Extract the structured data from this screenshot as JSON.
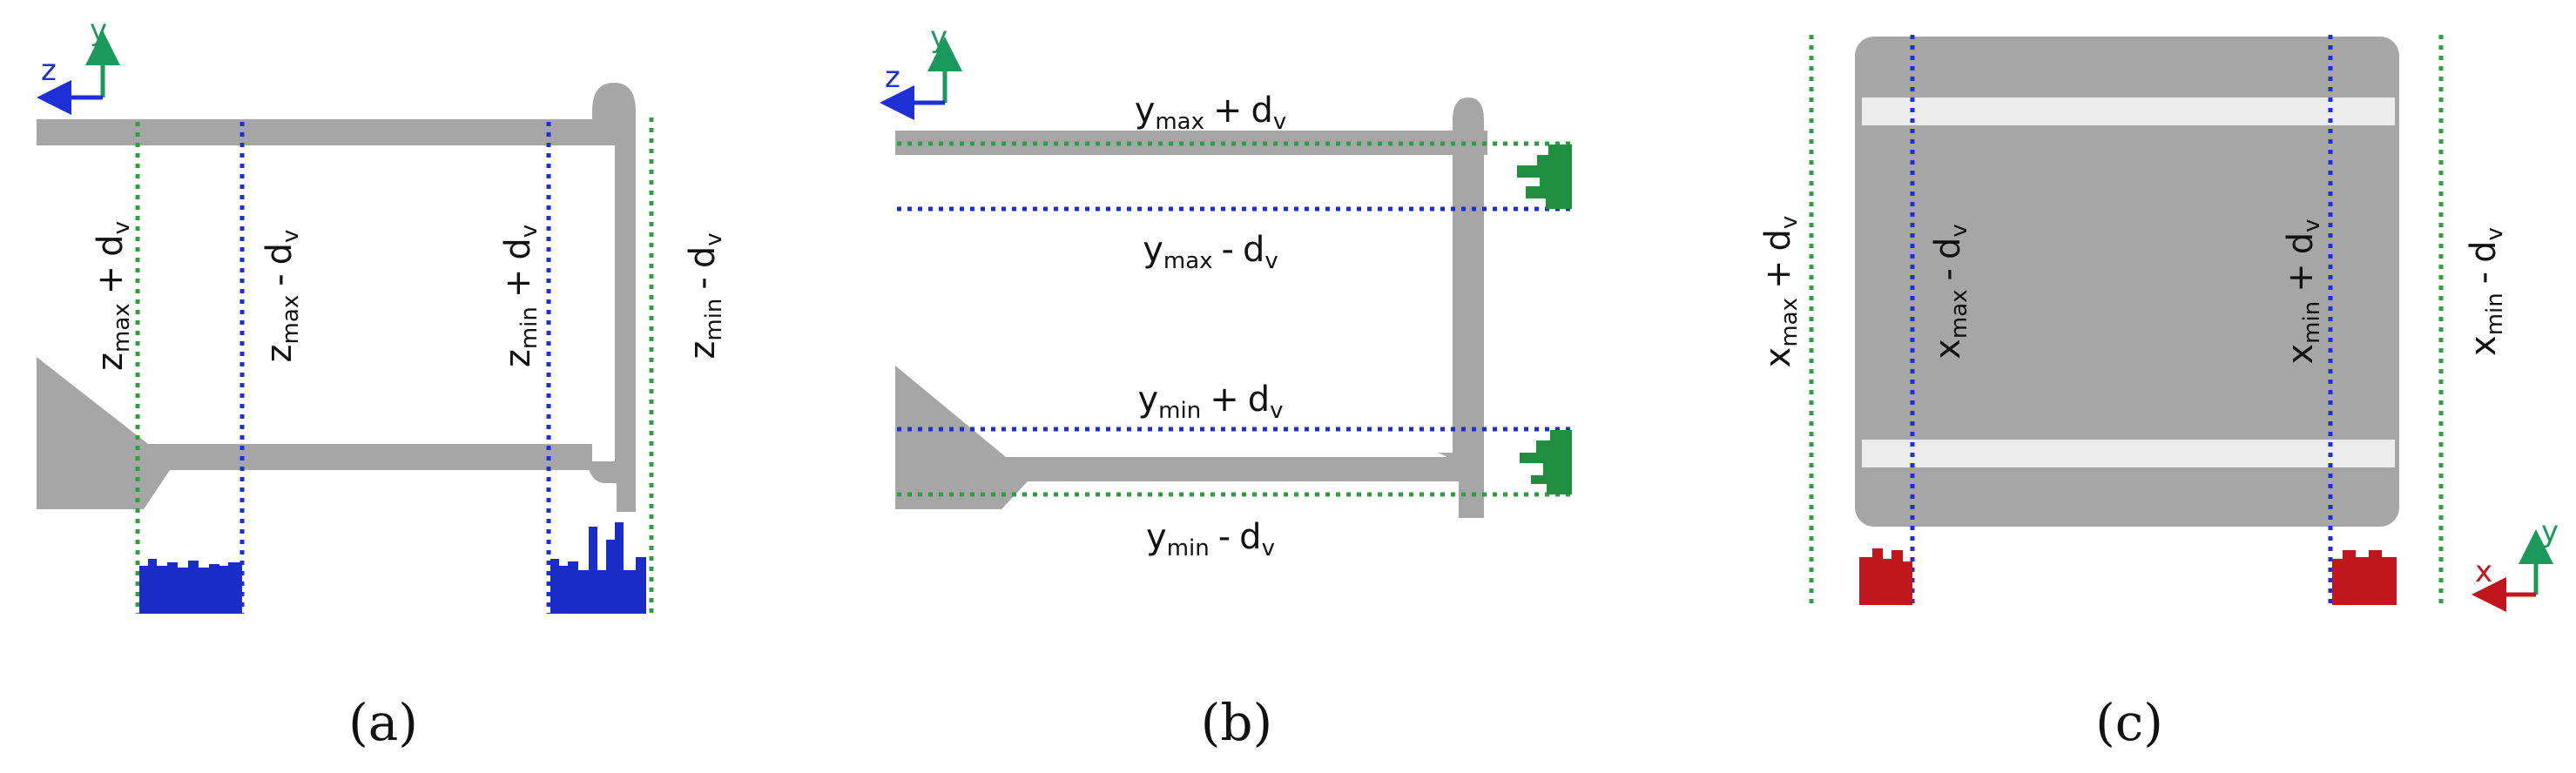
{
  "panels": [
    {
      "id": "a",
      "caption": "(a)",
      "axes": {
        "horizontal": "z",
        "vertical": "y"
      },
      "labels": [
        {
          "base": "z",
          "sub": "max",
          "op": "+",
          "d": "d",
          "dsub": "v"
        },
        {
          "base": "z",
          "sub": "max",
          "op": "-",
          "d": "d",
          "dsub": "v"
        },
        {
          "base": "z",
          "sub": "min",
          "op": "+",
          "d": "d",
          "dsub": "v"
        },
        {
          "base": "z",
          "sub": "min",
          "op": "-",
          "d": "d",
          "dsub": "v"
        }
      ]
    },
    {
      "id": "b",
      "caption": "(b)",
      "axes": {
        "horizontal": "z",
        "vertical": "y"
      },
      "labels": [
        {
          "base": "y",
          "sub": "max",
          "op": "+",
          "d": "d",
          "dsub": "v"
        },
        {
          "base": "y",
          "sub": "max",
          "op": "-",
          "d": "d",
          "dsub": "v"
        },
        {
          "base": "y",
          "sub": "min",
          "op": "+",
          "d": "d",
          "dsub": "v"
        },
        {
          "base": "y",
          "sub": "min",
          "op": "-",
          "d": "d",
          "dsub": "v"
        }
      ]
    },
    {
      "id": "c",
      "caption": "(c)",
      "axes": {
        "horizontal": "x",
        "vertical": "y"
      },
      "labels": [
        {
          "base": "x",
          "sub": "max",
          "op": "+",
          "d": "d",
          "dsub": "v"
        },
        {
          "base": "x",
          "sub": "max",
          "op": "-",
          "d": "d",
          "dsub": "v"
        },
        {
          "base": "x",
          "sub": "min",
          "op": "+",
          "d": "d",
          "dsub": "v"
        },
        {
          "base": "x",
          "sub": "min",
          "op": "-",
          "d": "d",
          "dsub": "v"
        }
      ]
    }
  ],
  "colors": {
    "structure": "#a6a6a6",
    "outer_bound_line": "#2e9e3e",
    "inner_bound_line": "#1f2fd6",
    "histogram_a": "#1a2dc8",
    "histogram_b": "#1f8f3f",
    "histogram_c": "#c0161c",
    "axis_z": "#1f2fd6",
    "axis_y": "#1a9a5a",
    "axis_x": "#c0161c"
  }
}
